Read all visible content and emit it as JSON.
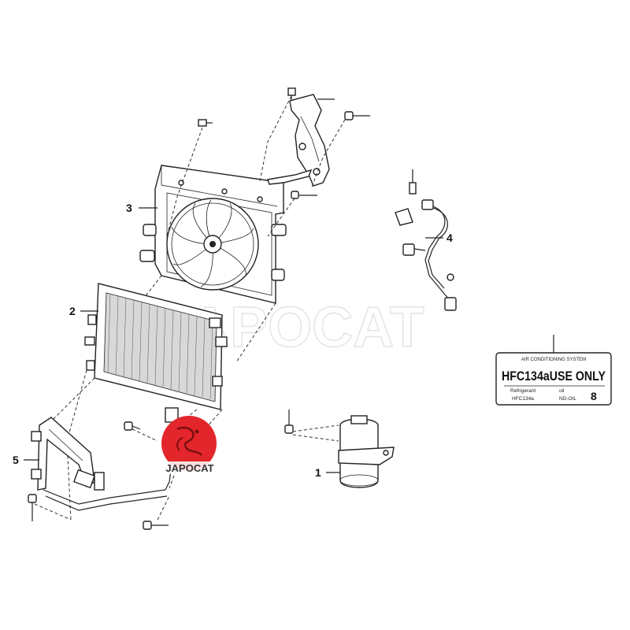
{
  "callouts": {
    "c1": "1",
    "c2": "2",
    "c3": "3",
    "c4": "4",
    "c5": "5"
  },
  "label": {
    "header": "AIR CONDITIONING SYSTEM",
    "main": "HFC134aUSE ONLY",
    "refrigerant_label": "Refrigerant",
    "refrigerant_value": "HFC134a",
    "oil_label": "oil",
    "oil_value": "ND-OIL",
    "oil_number": "8"
  },
  "watermark": {
    "text": "JAPOCAT",
    "logo_text": "JAPOCAT",
    "logo_color": "#e3262b"
  }
}
